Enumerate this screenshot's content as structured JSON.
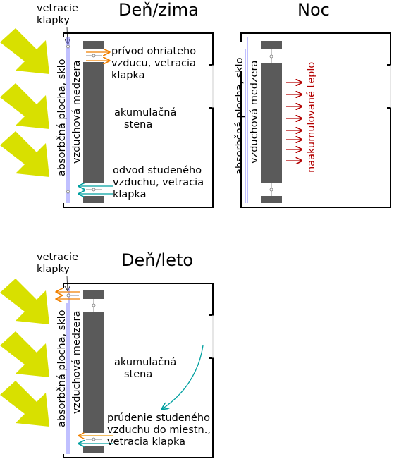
{
  "panels": {
    "winter_day": {
      "title": "Deň/zima",
      "vent_caption": [
        "vetracie",
        "klapky"
      ],
      "side_label_outer": "absorbčná plocha, sklo",
      "side_label_inner": "vzduchová medzera",
      "inlet_label": [
        "prívod ohriateho",
        "vzducu, vetracia",
        "klapka"
      ],
      "wall_label": [
        "akumulačná",
        "stena"
      ],
      "outlet_label": [
        "odvod studeného",
        "vzduchu, vetracia",
        "klapka"
      ]
    },
    "night": {
      "title": "Noc",
      "side_label_outer": "absorbčná plocha, sklo",
      "side_label_inner": "vzduchová medzera",
      "heat_label": "naakumulované teplo"
    },
    "summer_day": {
      "title": "Deň/leto",
      "vent_caption": [
        "vetracie",
        "klapky"
      ],
      "side_label_outer": "absorbčná plocha, sklo",
      "side_label_inner": "vzduchová medzera",
      "wall_label": [
        "akumulačná",
        "stena"
      ],
      "flow_label": [
        "prúdenie studeného",
        "vzduchu do miestn.,",
        "vetracia klapka"
      ]
    }
  },
  "colors": {
    "sun_arrow": "#d8e000",
    "wall": "#5a5a5a",
    "warm_air": "#f08000",
    "cold_air": "#00a0a0",
    "heat": "#b30000",
    "glass": "#8080ff"
  },
  "icons": [
    "sun-arrow-icon",
    "warm-air-arrow-icon",
    "cold-air-arrow-icon",
    "heat-arrow-icon"
  ]
}
